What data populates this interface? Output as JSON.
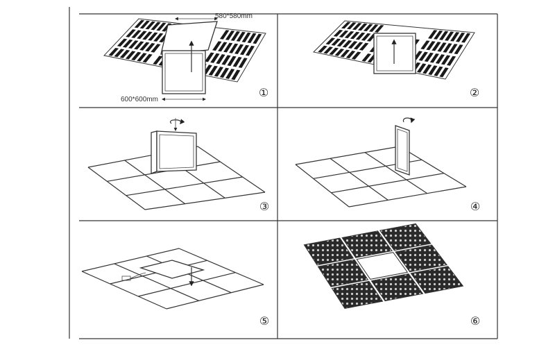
{
  "panels": [
    {
      "label": "①",
      "dim_panel": "600*600mm",
      "dim_hole": "580*580mm"
    },
    {
      "label": "②"
    },
    {
      "label": "③"
    },
    {
      "label": "④"
    },
    {
      "label": "⑤"
    },
    {
      "label": "⑥"
    }
  ],
  "colors": {
    "line": "#333333",
    "fill": "#1a1a1a",
    "background": "#ffffff"
  }
}
